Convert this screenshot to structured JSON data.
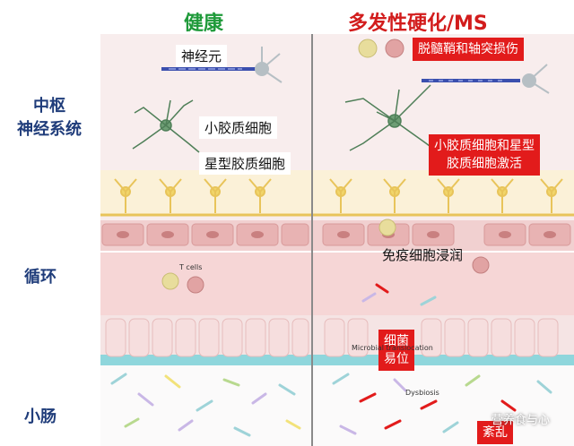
{
  "headers": {
    "healthy": "健康",
    "disease": "多发性硬化/MS"
  },
  "row_labels": {
    "cns_line1": "中枢",
    "cns_line2": "神经系统",
    "circulation": "循环",
    "intestine": "小肠"
  },
  "left_labels": {
    "neuron": "神经元",
    "microglia": "小胶质细胞",
    "astrocyte": "星型胶质细胞",
    "tcells": "T cells"
  },
  "right_labels": {
    "demyelination": "脱髓鞘和轴突损伤",
    "activation_line1": "小胶质细胞和星型",
    "activation_line2": "胶质细胞激活",
    "immune_infiltration": "免疫细胞浸润",
    "translocation_line1": "细菌",
    "translocation_line2": "易位",
    "microbial_translocation": "Microbial translocation",
    "dysbiosis": "Dysbiosis",
    "disorder": "紊乱"
  },
  "watermark": "营养食与心",
  "colors": {
    "healthy_header": "#1f9a3a",
    "disease_header": "#d21c1c",
    "label_red": "#e21b1b",
    "row_label": "#1f3c7a",
    "brain_bg": "#f7ecec",
    "astro_yellow": "#f1d56a",
    "vessel_pink": "#f5c9c9",
    "cell_pink": "#e8a0a0",
    "villi_pink": "#f3d3d3",
    "mucus_cyan": "#7ed0d8"
  }
}
